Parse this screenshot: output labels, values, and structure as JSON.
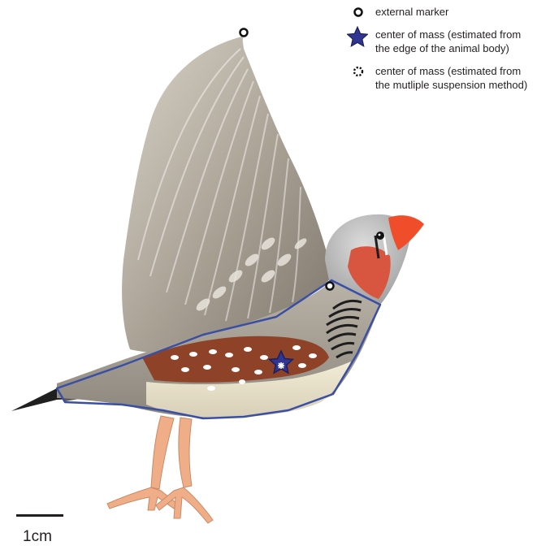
{
  "legend": {
    "items": [
      {
        "icon": "open-circle-marker-icon",
        "label": "external marker"
      },
      {
        "icon": "blue-star-icon",
        "label": "center of mass (estimated from\nthe edge of the animal body)"
      },
      {
        "icon": "dashed-circle-icon",
        "label": "center of mass (estimated from\nthe mutliple suspension method)"
      }
    ]
  },
  "scale_bar": {
    "label": "1cm"
  },
  "colors": {
    "outline": "#3a4fa3",
    "star_fill": "#2f3590",
    "beak": "#f04e2b",
    "cheek": "#d8553f",
    "wing": "#a29a8d",
    "flank": "#8e4328",
    "belly": "#ece3c8",
    "leg": "#efae88",
    "head": "#b6b6b6"
  }
}
